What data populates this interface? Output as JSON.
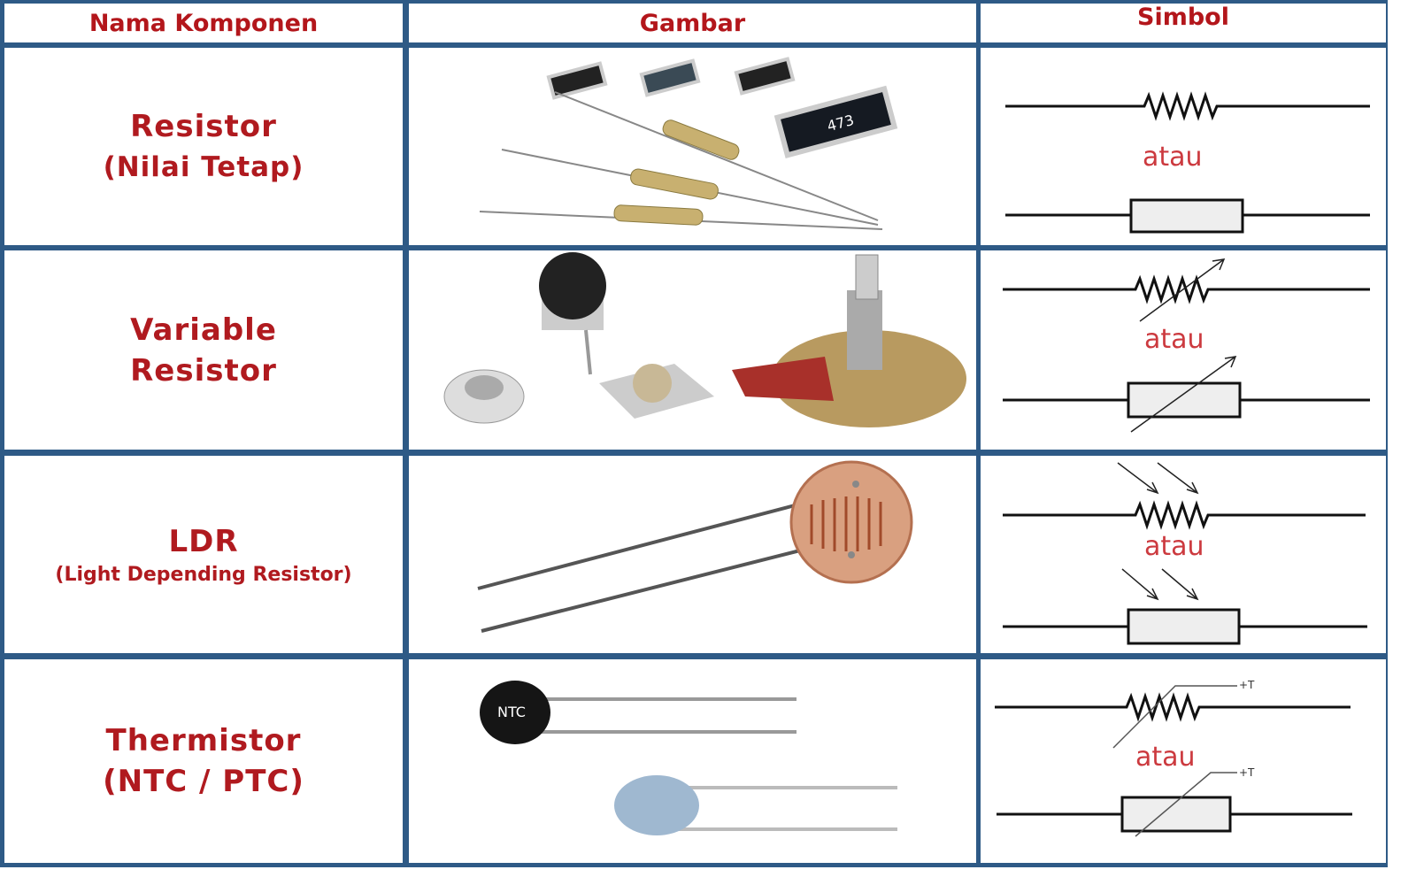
{
  "table": {
    "headers": [
      "Nama Komponen",
      "Gambar",
      "Simbol"
    ],
    "rows": [
      {
        "name_line1": "Resistor",
        "name_line2": "(Nilai Tetap)",
        "symbol_separator": "atau",
        "picture_label": "473"
      },
      {
        "name_line1": "Variable",
        "name_line2": "Resistor",
        "symbol_separator": "atau"
      },
      {
        "name_line1": "LDR",
        "name_line2": "(Light Depending Resistor)",
        "symbol_separator": "atau"
      },
      {
        "name_line1": "Thermistor",
        "name_line2": "(NTC / PTC)",
        "symbol_separator": "atau",
        "temp_label": "+T",
        "picture_label": "NTC"
      }
    ]
  },
  "colors": {
    "border": "#2e5a86",
    "text": "#b01a1f"
  }
}
